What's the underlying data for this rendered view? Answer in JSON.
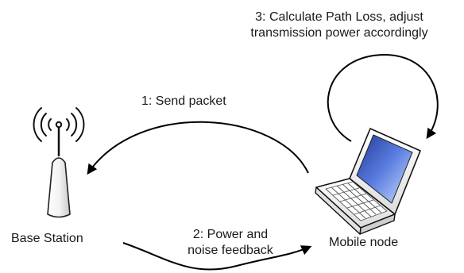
{
  "labels": {
    "step1": "1: Send packet",
    "step2_line1": "2: Power and",
    "step2_line2": "noise feedback",
    "step3_line1": "3: Calculate Path Loss, adjust",
    "step3_line2": "transmission power accordingly",
    "base_station": "Base Station",
    "mobile_node": "Mobile node"
  },
  "icons": {
    "base_station": "radio-tower-icon",
    "mobile_node": "laptop-icon"
  }
}
